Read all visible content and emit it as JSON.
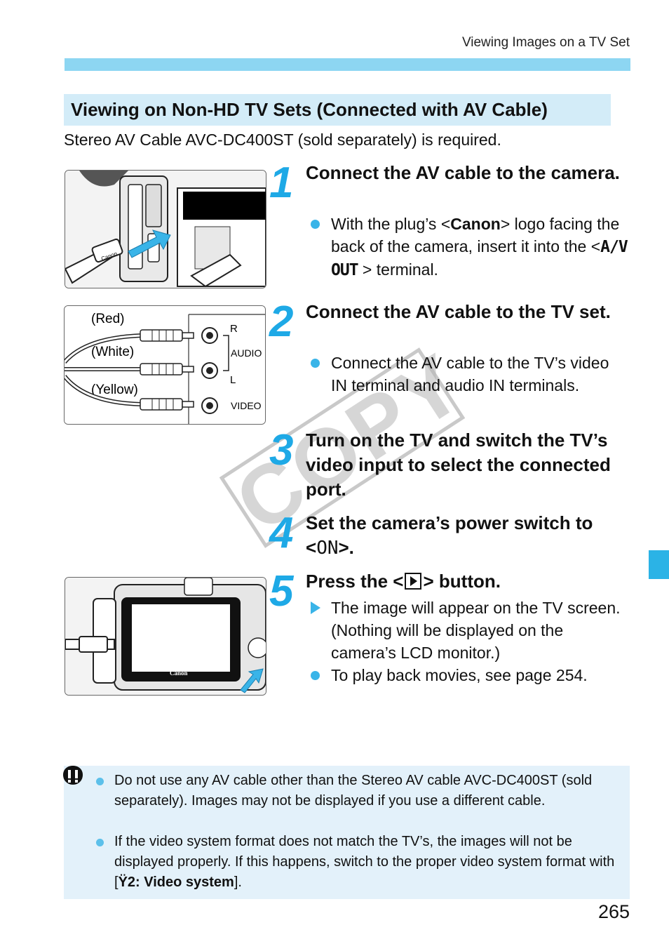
{
  "running_head": "Viewing Images on a TV Set",
  "section_title": "Viewing on Non-HD TV Sets (Connected with AV Cable)",
  "intro": "Stereo AV Cable AVC-DC400ST (sold separately) is required.",
  "steps": [
    {
      "num": "1",
      "title": "Connect the AV cable to the camera.",
      "bullets": [
        {
          "pre": "With the plug’s <",
          "bold": "Canon",
          "post": "> logo facing the back of the camera, insert it into the <",
          "glyph": "A/V OUT",
          "post2": " > terminal."
        }
      ]
    },
    {
      "num": "2",
      "title": "Connect the AV cable to the TV set.",
      "bullets": [
        {
          "text": "Connect the AV cable to the TV’s video IN terminal and audio IN terminals."
        }
      ]
    },
    {
      "num": "3",
      "title": "Turn on the TV and switch the TV’s video input to select the connected port."
    },
    {
      "num": "4",
      "title_pre": "Set the camera’s power switch to <",
      "title_glyph": "ON",
      "title_post": ">."
    },
    {
      "num": "5",
      "title_pre": "Press the <",
      "title_post": "> button.",
      "bullets": [
        {
          "text": "The image will appear on the TV screen. (Nothing will be displayed on the camera’s LCD monitor.)"
        },
        {
          "text": "To play back movies, see page 254."
        }
      ]
    }
  ],
  "fig2_labels": {
    "red": "(Red)",
    "white": "(White)",
    "yellow": "(Yellow)",
    "r": "R",
    "audio": "AUDIO",
    "l": "L",
    "video": "VIDEO"
  },
  "fig1_labels": {
    "canon": "Canon"
  },
  "fig3_labels": {
    "canon": "Canon"
  },
  "watermark": "COPY",
  "caution": {
    "items": [
      {
        "text": "Do not use any AV cable other than the Stereo AV cable AVC-DC400ST (sold separately). Images may not be displayed if you use a different cable."
      },
      {
        "pre": "If the video system format does not match the TV’s, the images will not be displayed properly. If this happens, switch to the proper video system format with [",
        "bold": "2: Video system",
        "post": "]."
      }
    ]
  },
  "page_number": "265",
  "colors": {
    "accent": "#1ea9e6",
    "band": "#8dd6f2",
    "section_bg": "#d3ecf8",
    "caution_bg": "#e3f1fa"
  }
}
